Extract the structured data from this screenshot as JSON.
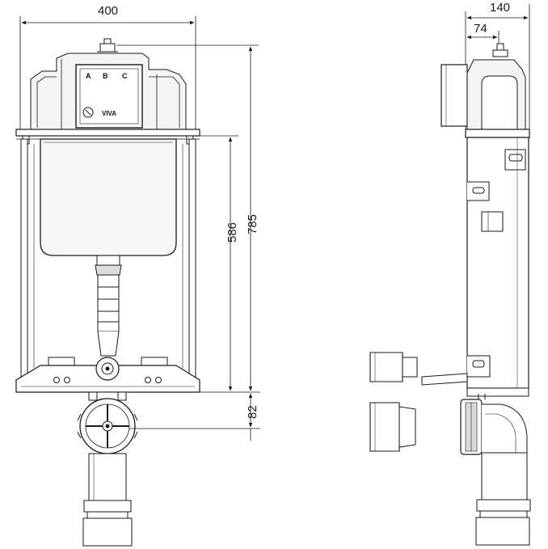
{
  "dimensions": {
    "front_width": "400",
    "front_height_tank": "586",
    "front_height_total": "785",
    "front_outlet_height": "82",
    "side_depth": "140",
    "side_offset": "74"
  },
  "panel": {
    "button_a": "A",
    "button_b": "B",
    "button_c": "C",
    "brand": "VIVA"
  },
  "colors": {
    "line": "#1a1a1a",
    "fill_light": "#f2f2f2",
    "fill_mid": "#d9d9d9",
    "fill_dark": "#555555"
  }
}
